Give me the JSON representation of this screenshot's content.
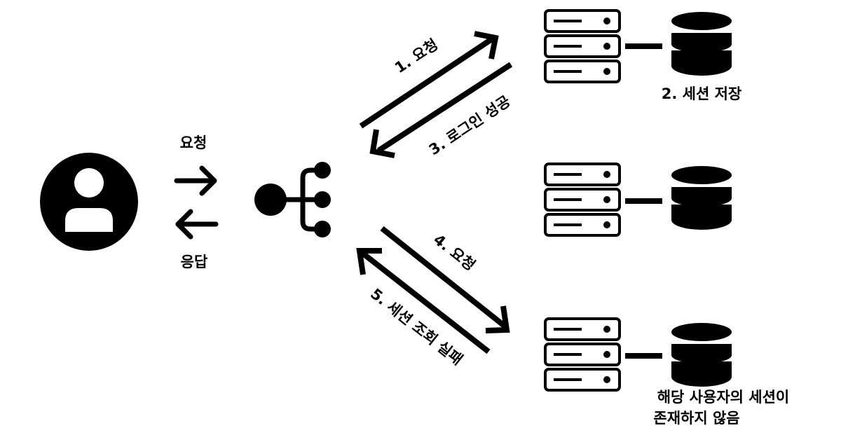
{
  "client": {
    "request_label": "요청",
    "response_label": "응답",
    "user_icon": "user-circle-icon"
  },
  "load_balancer": {
    "icon": "network-hub-icon"
  },
  "flows": {
    "step1": "1. 요청",
    "step3": "3. 로그인 성공",
    "step4": "4. 요청",
    "step5": "5. 세션 조회 실패"
  },
  "servers": [
    {
      "icon": "server-rack-icon",
      "db_icon": "database-icon",
      "caption": [
        "2. 세션 저장"
      ]
    },
    {
      "icon": "server-rack-icon",
      "db_icon": "database-icon",
      "caption": []
    },
    {
      "icon": "server-rack-icon",
      "db_icon": "database-icon",
      "caption": [
        "해당 사용자의 세션이",
        "존재하지 않음"
      ]
    }
  ],
  "colors": {
    "ink": "#000000",
    "background": "#ffffff"
  }
}
